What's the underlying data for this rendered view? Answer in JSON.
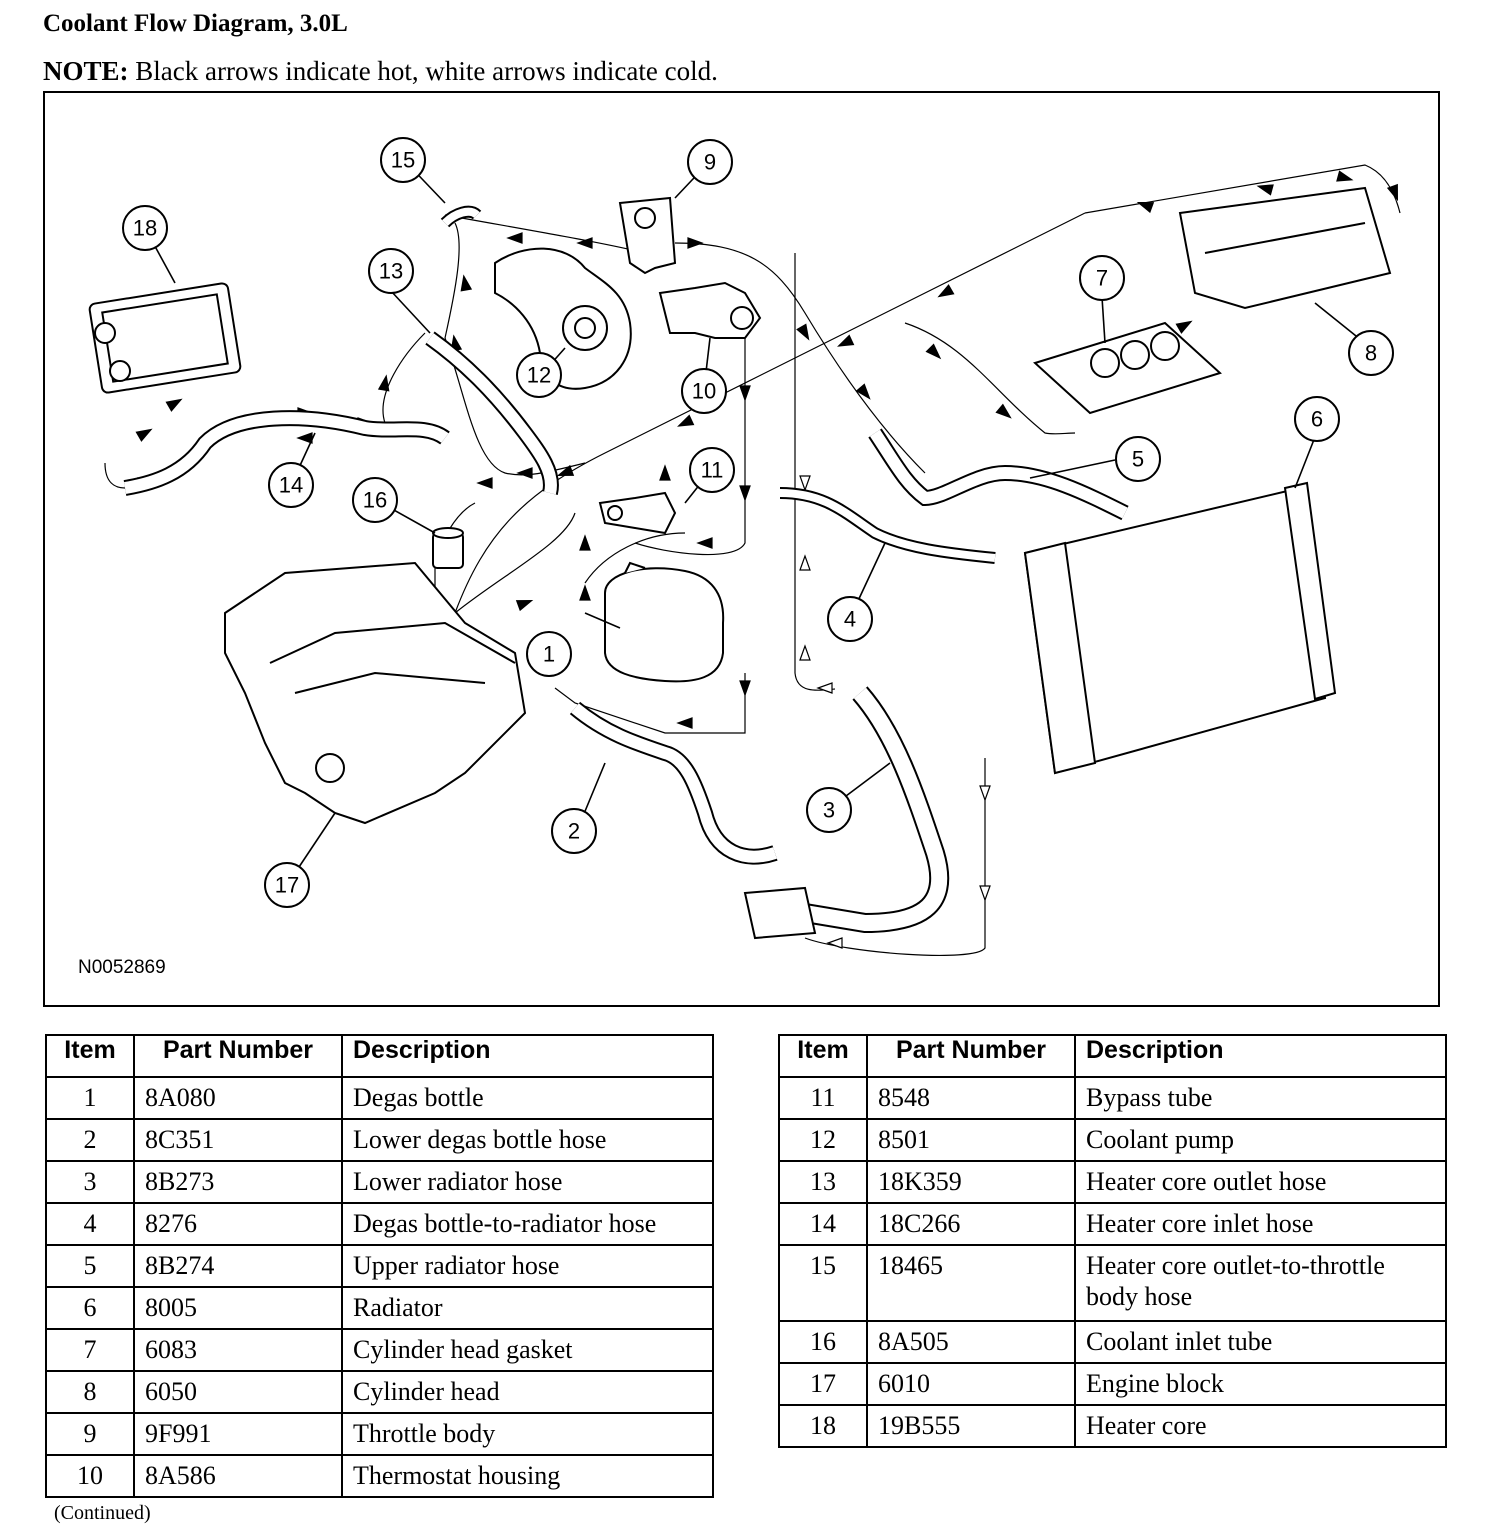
{
  "header": {
    "title": "Coolant Flow Diagram, 3.0L",
    "note_label": "NOTE:",
    "note_text": " Black arrows indicate hot, white arrows indicate cold."
  },
  "diagram": {
    "figure_id": "N0052869",
    "callouts": [
      "1",
      "2",
      "3",
      "4",
      "5",
      "6",
      "7",
      "8",
      "9",
      "10",
      "11",
      "12",
      "13",
      "14",
      "15",
      "16",
      "17",
      "18"
    ]
  },
  "table_left": {
    "headers": [
      "Item",
      "Part Number",
      "Description"
    ],
    "rows": [
      [
        "1",
        "8A080",
        "Degas bottle"
      ],
      [
        "2",
        "8C351",
        "Lower degas bottle hose"
      ],
      [
        "3",
        "8B273",
        "Lower radiator hose"
      ],
      [
        "4",
        "8276",
        "Degas bottle-to-radiator hose"
      ],
      [
        "5",
        "8B274",
        "Upper radiator hose"
      ],
      [
        "6",
        "8005",
        "Radiator"
      ],
      [
        "7",
        "6083",
        "Cylinder head gasket"
      ],
      [
        "8",
        "6050",
        "Cylinder head"
      ],
      [
        "9",
        "9F991",
        "Throttle body"
      ],
      [
        "10",
        "8A586",
        "Thermostat housing"
      ]
    ]
  },
  "table_right": {
    "headers": [
      "Item",
      "Part Number",
      "Description"
    ],
    "rows": [
      [
        "11",
        "8548",
        "Bypass tube"
      ],
      [
        "12",
        "8501",
        "Coolant pump"
      ],
      [
        "13",
        "18K359",
        "Heater core outlet hose"
      ],
      [
        "14",
        "18C266",
        "Heater core inlet hose"
      ],
      [
        "15",
        "18465",
        "Heater core outlet-to-throttle body hose"
      ],
      [
        "16",
        "8A505",
        "Coolant inlet tube"
      ],
      [
        "17",
        "6010",
        "Engine block"
      ],
      [
        "18",
        "19B555",
        "Heater core"
      ]
    ]
  },
  "footer": {
    "continued": "(Continued)"
  }
}
